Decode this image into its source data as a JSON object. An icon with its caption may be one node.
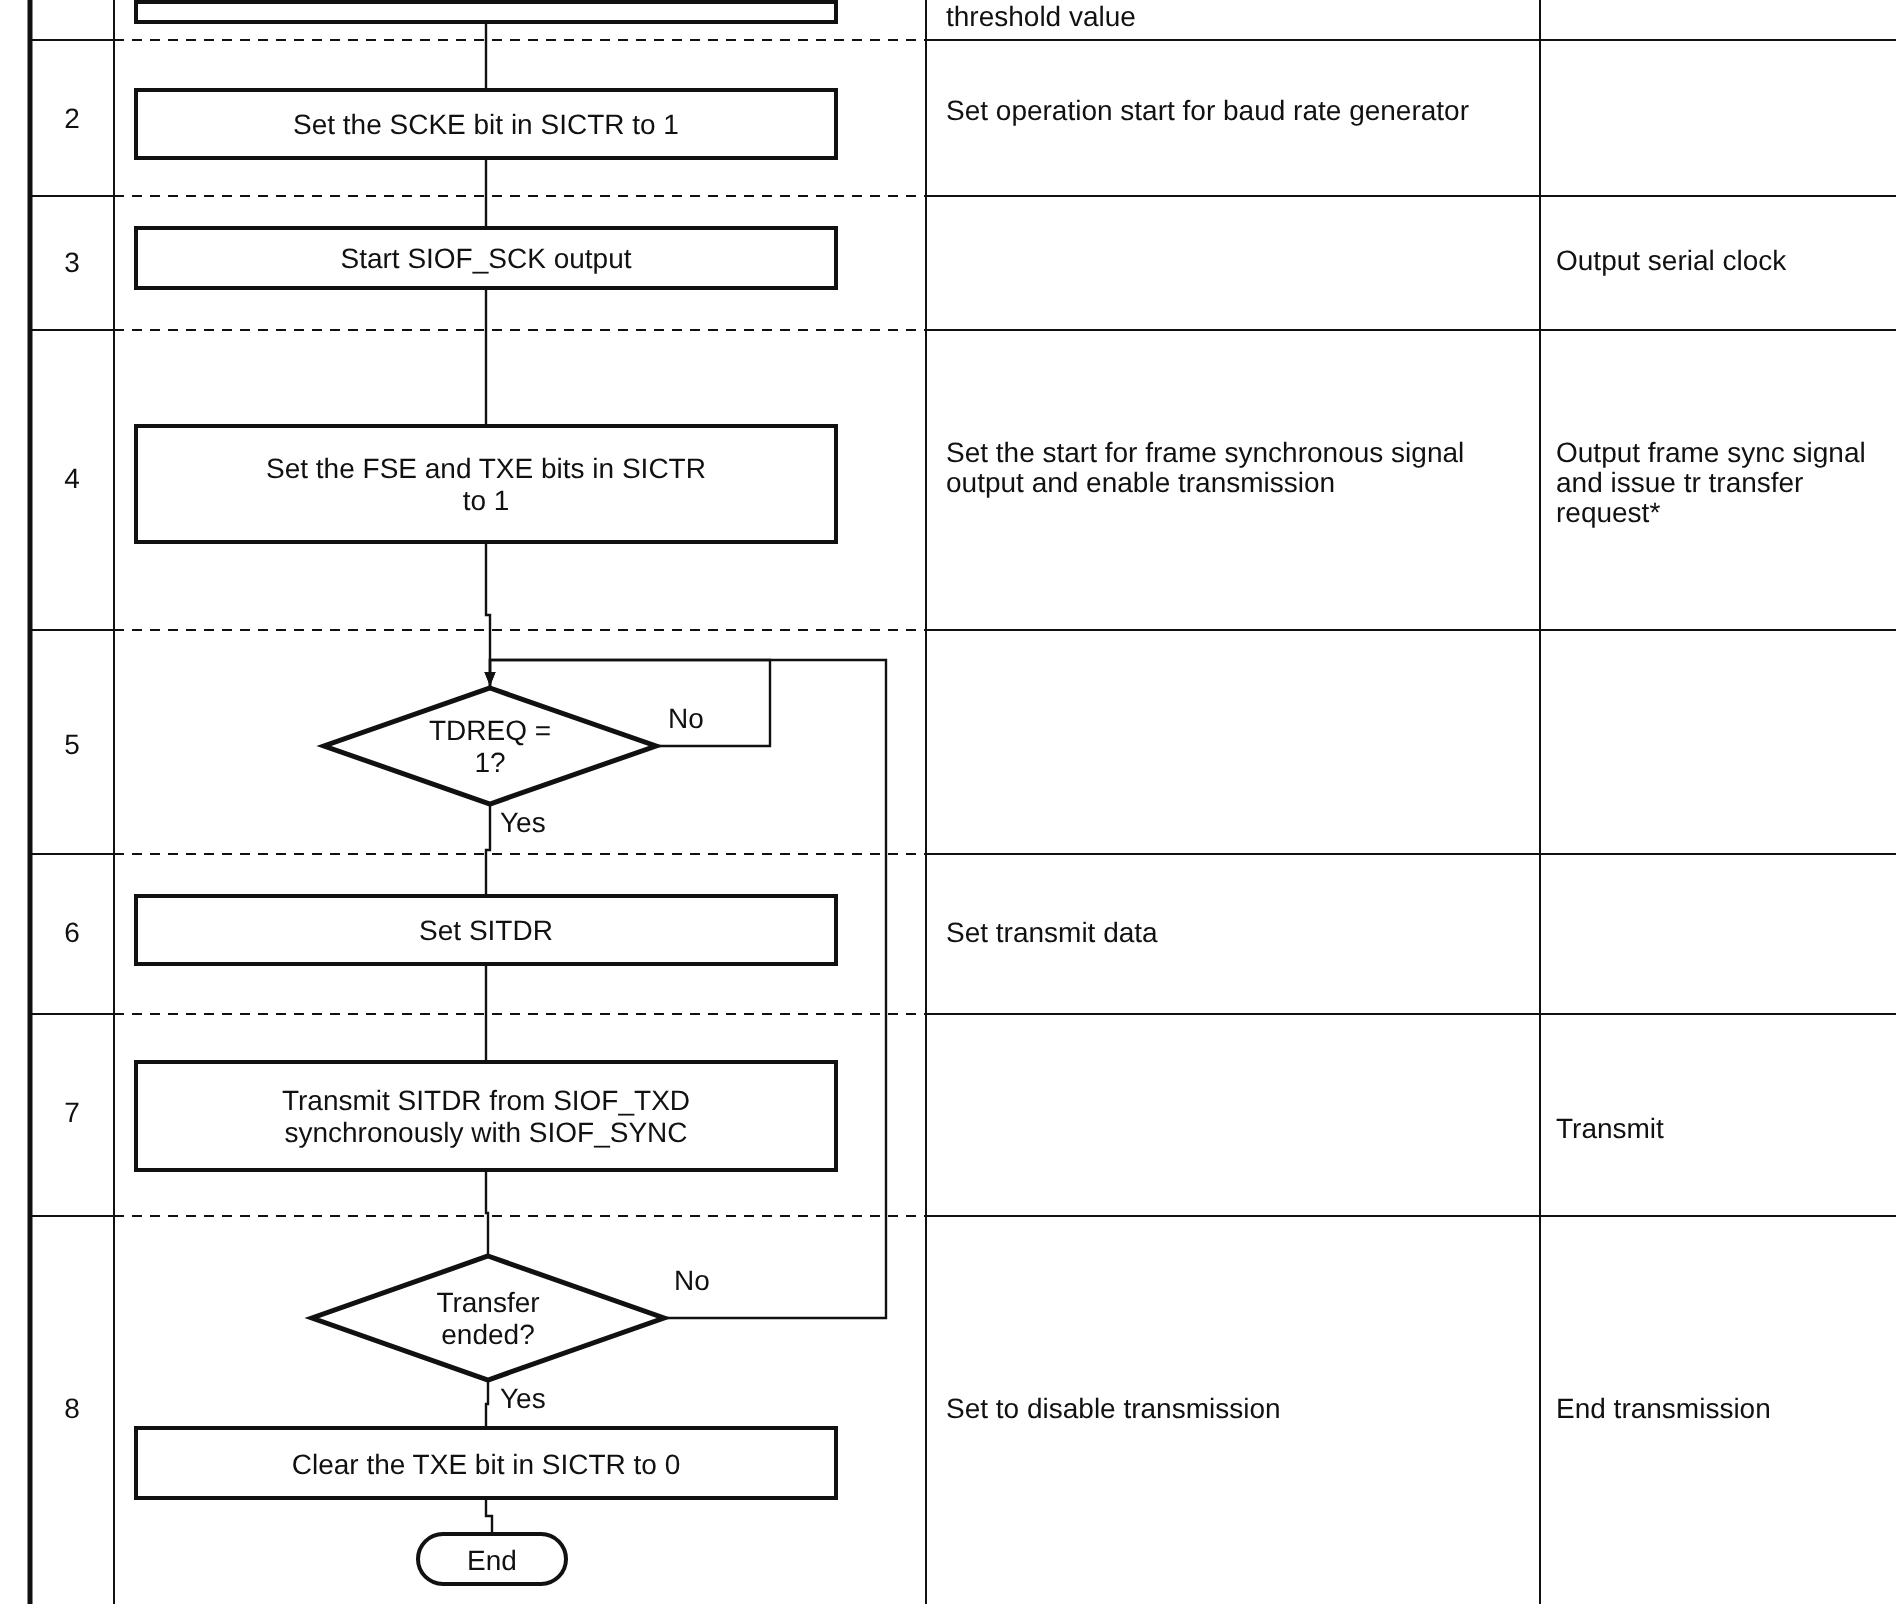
{
  "diagram": {
    "nodes": [
      {
        "text": [],
        "shape": "box"
      },
      {
        "text": [
          "Set the SCKE bit in SICTR to 1"
        ]
      },
      {
        "text": [
          "Start SIOF_SCK output"
        ]
      },
      {
        "text": [
          "Set the FSE and TXE bits in SICTR to 1"
        ]
      },
      {
        "text": [
          "TDREQ = 1?"
        ]
      },
      {
        "text": [
          "Set SITDR"
        ]
      },
      {
        "text": [
          "Transmit SITDR from SIOF_TXD synchronously with SIOF_SYNC"
        ]
      },
      {
        "text": [
          "Transfer ended?"
        ]
      },
      {
        "text": [
          "Clear the TXE bit in SICTR to 0"
        ]
      },
      {
        "text": [
          "End"
        ]
      }
    ],
    "edges": [
      {
        "from": 0,
        "to": 1,
        "arrow": "none"
      },
      {
        "from": 1,
        "to": 2,
        "arrow": "none"
      },
      {
        "from": 2,
        "to": 3,
        "arrow": "none"
      },
      {
        "from": 3,
        "to": 4,
        "arrow": "none"
      },
      {
        "from": 4,
        "to": 4,
        "arrow": "to",
        "label": "No"
      },
      {
        "from": 4,
        "to": 5,
        "arrow": "none",
        "label": "Yes"
      },
      {
        "from": 5,
        "to": 6,
        "arrow": "none"
      },
      {
        "from": 6,
        "to": 7,
        "arrow": "none"
      },
      {
        "from": 7,
        "to": 4,
        "arrow": "to",
        "label": "No"
      },
      {
        "from": 7,
        "to": 8,
        "arrow": "none",
        "label": "Yes"
      },
      {
        "from": 8,
        "to": 9,
        "arrow": "none"
      }
    ],
    "labels": [
      "threshold value",
      "2",
      "Set operation start for baud rate generator",
      "3",
      "Output serial clock",
      "4",
      "Set the start for frame synchronous signal output and enable transmission",
      "Output frame sync signal and issue tr transfer request*",
      "5",
      "6",
      "Set transmit data",
      "7",
      "Transmit",
      "8",
      "Set to disable transmission",
      "End transmission"
    ]
  }
}
